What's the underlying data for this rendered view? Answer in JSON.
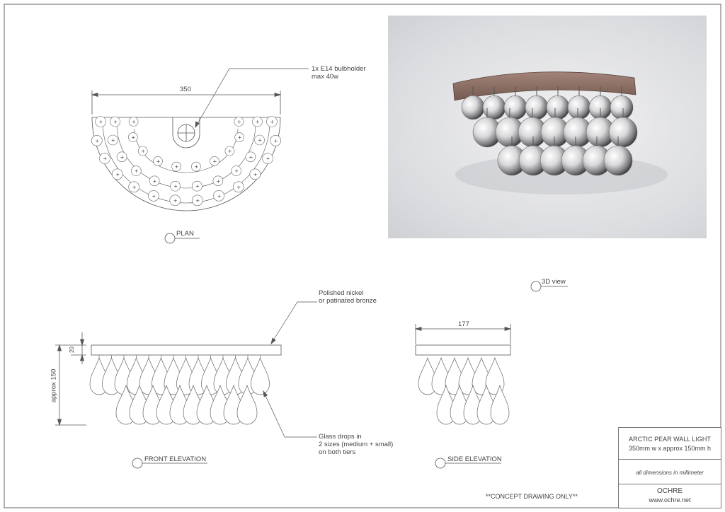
{
  "annotations": {
    "bulbholder_line1": "1x E14 bulbholder",
    "bulbholder_line2": "max 40w",
    "finish_line1": "Polished nickel",
    "finish_line2": "or patinated bronze",
    "drops_line1": "Glass drops in",
    "drops_line2": "2 sizes (medium + small)",
    "drops_line3": "on both tiers"
  },
  "dimensions": {
    "plan_width": "350",
    "side_depth": "177",
    "front_height": "approx 150",
    "plate_height": "20"
  },
  "views": {
    "plan": "PLAN",
    "front": "FRONT ELEVATION",
    "side": "SIDE ELEVATION",
    "three_d": "3D view"
  },
  "title_block": {
    "product": "ARCTIC PEAR WALL LIGHT",
    "size": "350mm w x approx 150mm h",
    "units": "all dimensions in millimeter",
    "company": "OCHRE",
    "website": "www.ochre.net"
  },
  "footer": {
    "concept": "**CONCEPT DRAWING ONLY**"
  },
  "colors": {
    "line": "#555555",
    "bronze": "#8a6a5a",
    "photo_bg": "#dcdde0"
  }
}
